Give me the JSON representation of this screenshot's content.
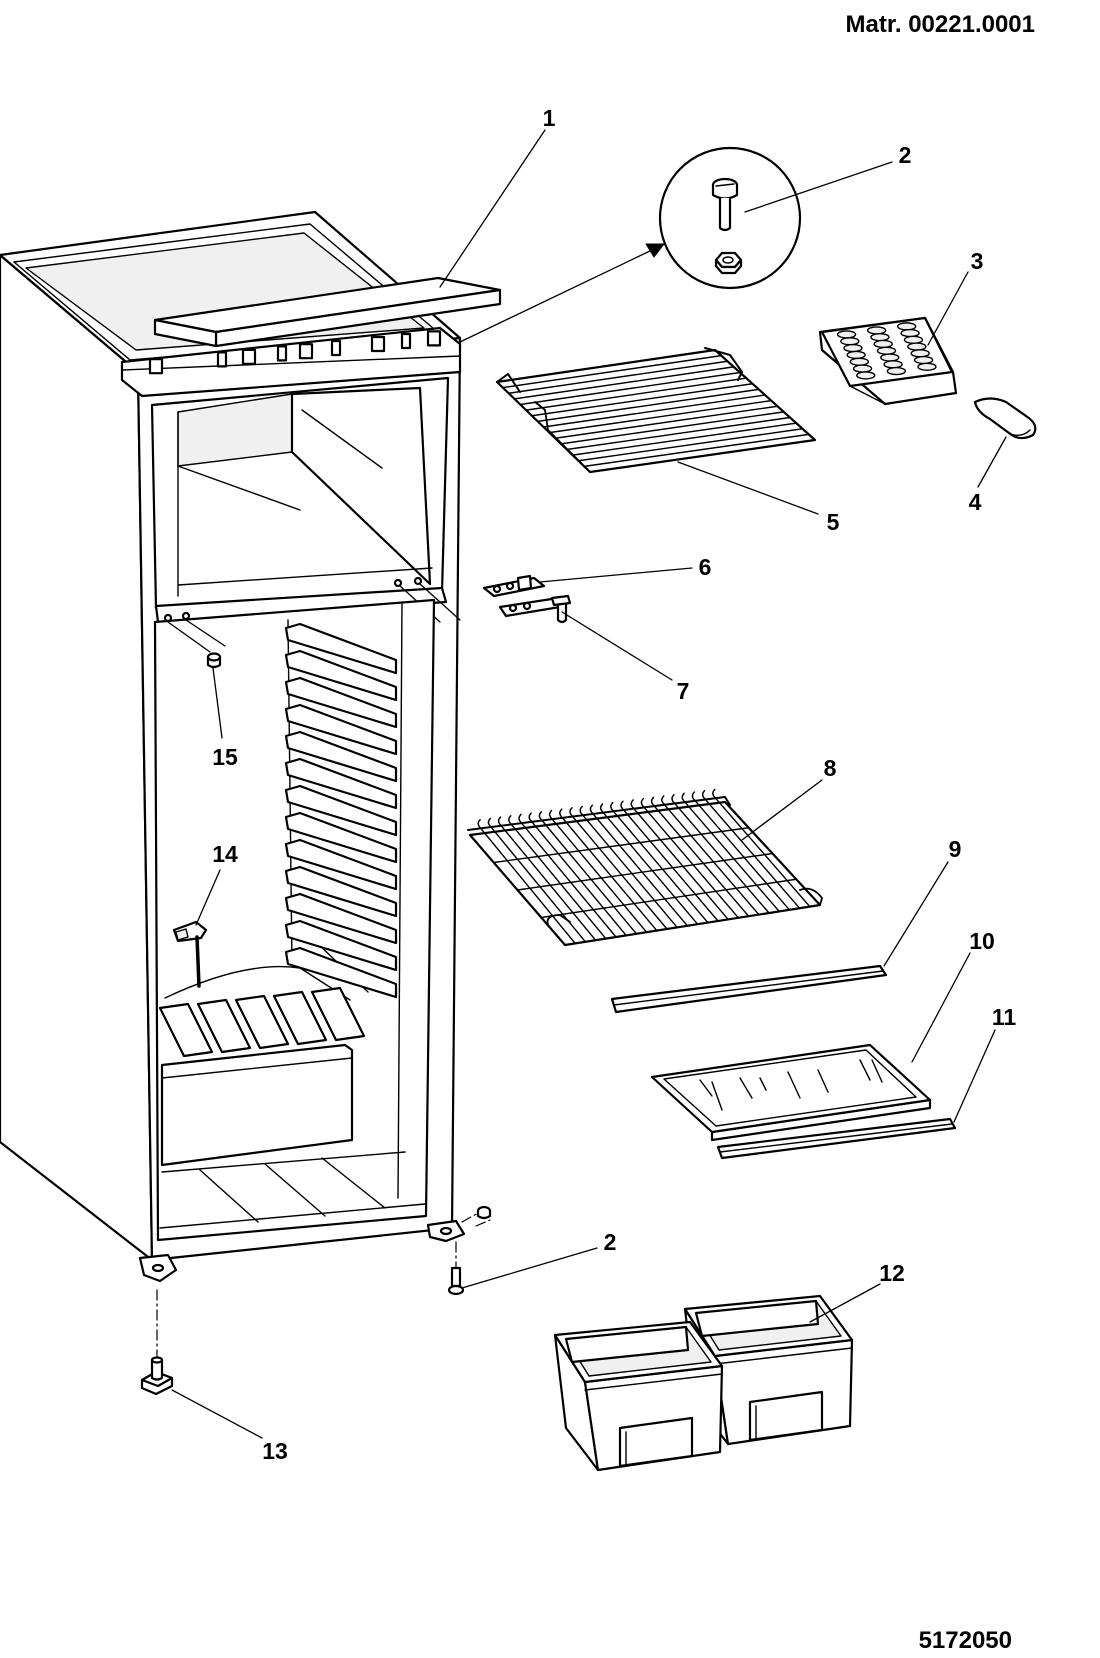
{
  "header": {
    "material_code": "Matr. 00221.0001"
  },
  "footer": {
    "drawing_number": "5172050"
  },
  "callouts": [
    {
      "label": "1"
    },
    {
      "label": "2"
    },
    {
      "label": "3"
    },
    {
      "label": "4"
    },
    {
      "label": "5"
    },
    {
      "label": "6"
    },
    {
      "label": "7"
    },
    {
      "label": "8"
    },
    {
      "label": "9"
    },
    {
      "label": "10"
    },
    {
      "label": "11"
    },
    {
      "label": "2"
    },
    {
      "label": "12"
    },
    {
      "label": "13"
    },
    {
      "label": "14"
    },
    {
      "label": "15"
    }
  ]
}
